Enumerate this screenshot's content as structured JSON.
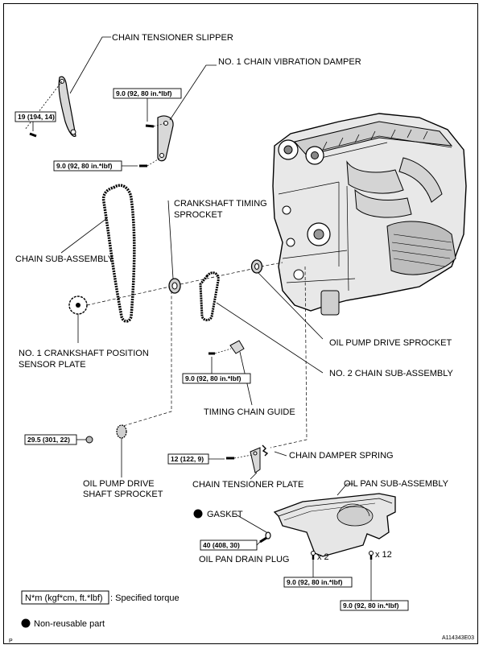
{
  "labels": {
    "chain_tensioner_slipper": "CHAIN TENSIONER SLIPPER",
    "no1_chain_vibration_damper": "NO. 1 CHAIN VIBRATION DAMPER",
    "crankshaft_timing_sprocket_l1": "CRANKSHAFT TIMING",
    "crankshaft_timing_sprocket_l2": "SPROCKET",
    "chain_sub_assembly": "CHAIN SUB-ASSEMBLY",
    "no1_crankshaft_sensor_plate_l1": "NO. 1 CRANKSHAFT POSITION",
    "no1_crankshaft_sensor_plate_l2": "SENSOR PLATE",
    "oil_pump_drive_sprocket": "OIL PUMP DRIVE SPROCKET",
    "no2_chain_sub_assembly": "NO. 2 CHAIN SUB-ASSEMBLY",
    "timing_chain_guide": "TIMING CHAIN GUIDE",
    "chain_damper_spring": "CHAIN DAMPER SPRING",
    "oil_pump_drive_shaft_sprocket_l1": "OIL PUMP DRIVE",
    "oil_pump_drive_shaft_sprocket_l2": "SHAFT SPROCKET",
    "chain_tensioner_plate": "CHAIN TENSIONER PLATE",
    "oil_pan_sub_assembly": "OIL PAN SUB-ASSEMBLY",
    "gasket": "GASKET",
    "oil_pan_drain_plug": "OIL PAN DRAIN PLUG"
  },
  "torques": {
    "slipper_bolt": "19 (194, 14)",
    "damper_upper": "9.0 (92, 80 in.*lbf)",
    "damper_lower": "9.0 (92, 80 in.*lbf)",
    "chain_guide": "9.0 (92, 80 in.*lbf)",
    "shaft_sprocket_nut": "29.5 (301, 22)",
    "tensioner_plate": "12 (122, 9)",
    "drain_plug": "40 (408, 30)",
    "oil_pan_x2": "9.0 (92, 80 in.*lbf)",
    "oil_pan_x12": "9.0 (92, 80 in.*lbf)"
  },
  "quantities": {
    "x2": "x 2",
    "x12": "x 12"
  },
  "legend": {
    "torque_box": "N*m (kgf*cm, ft.*lbf)",
    "torque_desc": ": Specified torque",
    "nonreusable": "Non-reusable part"
  },
  "footer": {
    "left_mark": "P",
    "figure_id": "A114343E03"
  }
}
